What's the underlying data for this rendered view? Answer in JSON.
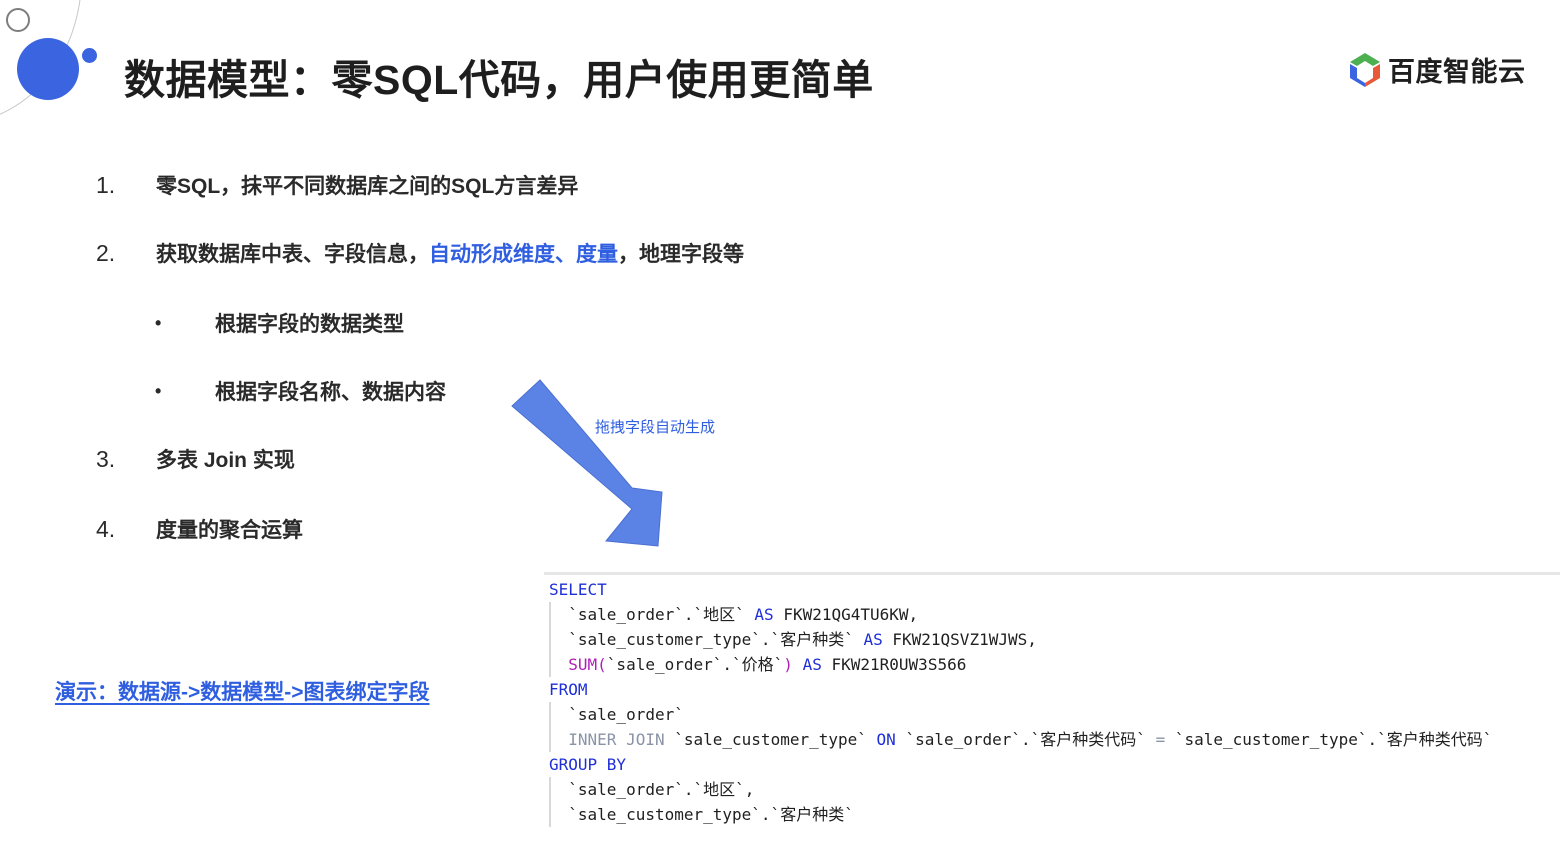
{
  "title": "数据模型：零SQL代码，用户使用更简单",
  "logo": {
    "text": "百度智能云",
    "colors": {
      "top": "#4caf50",
      "left": "#3a64e0",
      "right": "#e8593a"
    }
  },
  "list": [
    {
      "num": "1.",
      "text": "零SQL，抹平不同数据库之间的SQL方言差异"
    },
    {
      "num": "2.",
      "text_before": "获取数据库中表、字段信息，",
      "text_highlight": "自动形成维度、度量",
      "text_after": "，地理字段等"
    },
    {
      "bullet": "•",
      "text": "根据字段的数据类型"
    },
    {
      "bullet": "•",
      "text": "根据字段名称、数据内容"
    },
    {
      "num": "3.",
      "text": "多表 Join 实现"
    },
    {
      "num": "4.",
      "text": "度量的聚合运算"
    }
  ],
  "arrow": {
    "label": "拖拽字段自动生成",
    "color": "#5b83e6"
  },
  "demo_link": "演示：数据源->数据模型->图表绑定字段",
  "sql": {
    "select": "SELECT",
    "line1": {
      "field": "`sale_order`.`地区`",
      "as": "AS",
      "alias": "FKW21QG4TU6KW,"
    },
    "line2": {
      "field": "`sale_customer_type`.`客户种类`",
      "as": "AS",
      "alias": "FKW21QSVZ1WJWS,"
    },
    "line3": {
      "fn": "SUM(",
      "field": "`sale_order`.`价格`",
      "close": ")",
      "as": "AS",
      "alias": "FKW21R0UW3S566"
    },
    "from": "FROM",
    "line5": "`sale_order`",
    "line6": {
      "join": "INNER JOIN",
      "table": "`sale_customer_type`",
      "on": "ON",
      "left": "`sale_order`.`客户种类代码`",
      "eq": "=",
      "right": "`sale_customer_type`.`客户种类代码`"
    },
    "group_by": "GROUP BY",
    "line8": "`sale_order`.`地区`,",
    "line9": "`sale_customer_type`.`客户种类`"
  }
}
